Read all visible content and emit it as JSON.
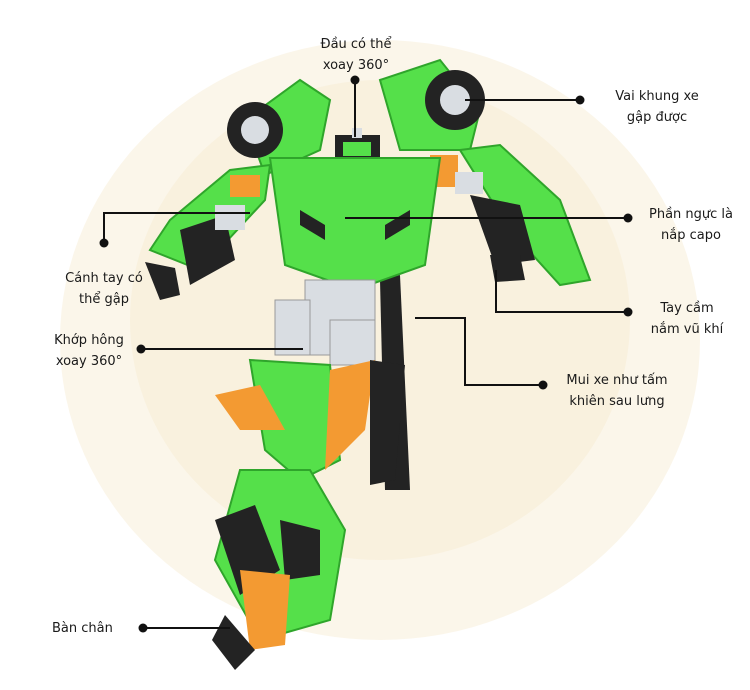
{
  "colors": {
    "green": "#55e04a",
    "green_dark": "#2fa52b",
    "orange": "#f39a32",
    "silver": "#d9dde2",
    "black": "#232323",
    "glow": "#f8efd9",
    "line": "#111111"
  },
  "callouts": [
    {
      "id": "head",
      "text": "Đầu có thể\nxoay 360°"
    },
    {
      "id": "shoulder",
      "text": "Vai khung xe\ngập được"
    },
    {
      "id": "chest",
      "text": "Phần ngực là\nnắp capo"
    },
    {
      "id": "arm",
      "text": "Cánh tay có\nthể gập"
    },
    {
      "id": "hand",
      "text": "Tay cầm\nnắm vũ khí"
    },
    {
      "id": "hip",
      "text": "Khớp hông\nxoay 360°"
    },
    {
      "id": "shield",
      "text": "Mui xe như tấm\nkhiên sau lưng"
    },
    {
      "id": "foot",
      "text": "Bàn chân"
    }
  ]
}
